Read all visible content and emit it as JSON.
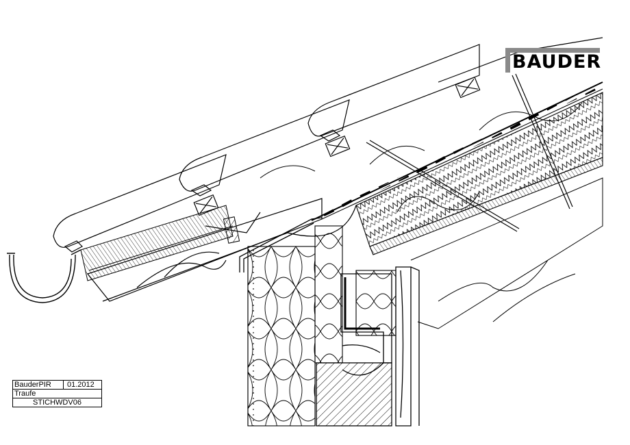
{
  "logo": {
    "text": "BAUDER"
  },
  "title_block": {
    "product": "BauderPIR",
    "date": "01.2012",
    "detail": "Traufe",
    "code": "STICHWDV06"
  }
}
